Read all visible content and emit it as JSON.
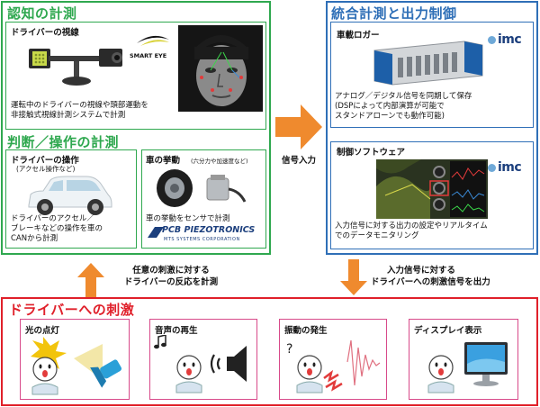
{
  "cognition": {
    "title": "認知の計測",
    "gaze_box": {
      "title": "ドライバーの視線",
      "logo": "SMART EYE",
      "description_lines": [
        "運転中のドライバーの視線や頭部運動を",
        "非接触式視線計測システムで計測"
      ]
    }
  },
  "judgment": {
    "title": "判断／操作の計測",
    "operation_box": {
      "title": "ドライバーの操作",
      "subtitle": "(アクセル操作など)",
      "description_lines": [
        "ドライバーのアクセル／",
        "ブレーキなどの操作を車の",
        "CANから計測"
      ]
    },
    "vehicle_box": {
      "title": "車の挙動",
      "subtitle": "(六分力や加速度など)",
      "description": "車の挙動をセンサで計測",
      "logo_main": "PCB PIEZOTRONICS",
      "logo_sub": "MTS SYSTEMS CORPORATION"
    }
  },
  "integration": {
    "title": "統合計測と出力制御",
    "logger_box": {
      "title": "車載ロガー",
      "logo": "imc",
      "description_lines": [
        "アナログ／デジタル信号を同期して保存",
        "(DSPによって内部演算が可能で",
        "スタンドアローンでも動作可能)"
      ]
    },
    "software_box": {
      "title": "制御ソフトウェア",
      "logo": "imc",
      "description_lines": [
        "入力信号に対する出力の設定やリアルタイム",
        "でのデータモニタリング"
      ]
    }
  },
  "arrows": {
    "signal_input": "信号入力",
    "reaction_lines": [
      "任意の刺激に対する",
      "ドライバーの反応を計測"
    ],
    "output_lines": [
      "入力信号に対する",
      "ドライバーへの刺激信号を出力"
    ]
  },
  "stimulus": {
    "title": "ドライバーへの刺激",
    "items": [
      {
        "label": "光の点灯",
        "icon": "flashlight-icon"
      },
      {
        "label": "音声の再生",
        "icon": "speaker-icon"
      },
      {
        "label": "振動の発生",
        "icon": "vibration-icon"
      },
      {
        "label": "ディスプレイ表示",
        "icon": "monitor-icon"
      }
    ]
  },
  "colors": {
    "green": "#2fa84f",
    "blue": "#2f6fb7",
    "red": "#e0202a",
    "pink": "#d84a8a",
    "arrow_orange": "#ef8a2e"
  }
}
